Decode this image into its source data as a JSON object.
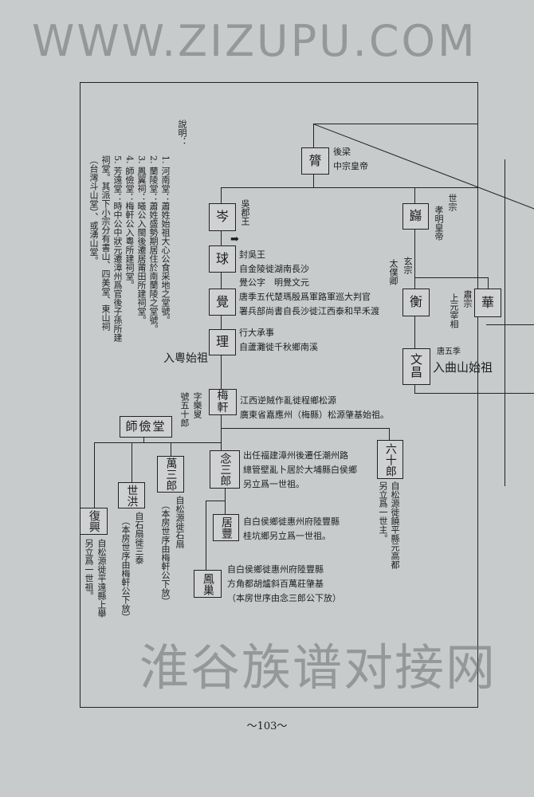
{
  "notes": {
    "title": "說明：",
    "items": [
      "1. 河南堂：蕭姓始祖大心公食采地之堂號。",
      "2. 蘭陵堂：蕭姓盛勢期居住於南蘭陵之堂號。",
      "3. 鳳翼祠：曦公入閩後遷居莆田所建祠堂。",
      "4. 師儉堂：梅軒公入粵所建祠堂。",
      "5. 芳遠堂：時中公中狀元遷漳州爲官後子孫所建祠堂。其派下小宗分有書山、四美堂、東山祠（台灣斗山堂）、或湧山堂。"
    ]
  },
  "tree": {
    "jin": {
      "name": "膂",
      "lines": [
        "後梁",
        "中宗皇帝"
      ]
    },
    "cen": {
      "name": "岑",
      "lines": [
        "吳郡王"
      ]
    },
    "qiu": {
      "name": "球",
      "lines": [
        "封吳王",
        "自金陵徙湖南長沙"
      ]
    },
    "jue": {
      "name": "覺",
      "lines": [
        "覺公字　明覺文元",
        "唐季五代楚瑪殷爲軍路軍巡大判官",
        "署兵部尚書自長沙徙江西泰和早禾渡"
      ]
    },
    "li": {
      "name": "理",
      "lines": [
        "行大承事",
        "自蘆灘徙千秋鄉南溪"
      ]
    },
    "kui": {
      "name": "巋",
      "lines": [
        "世宗",
        "孝明皇帝"
      ]
    },
    "heng": {
      "name": "衡",
      "lines": [
        "玄宗",
        "太僕卿"
      ]
    },
    "hua": {
      "name": "華",
      "lines": [
        "肅宗",
        "上元宰相"
      ]
    },
    "wenchang": {
      "name": "文昌",
      "lines": [
        "唐五季",
        "入曲山始祖"
      ]
    },
    "ancestor_label": "入粵始祖",
    "meixuan": {
      "name": "梅軒",
      "courtesy": [
        "字樂叟",
        "號五十郎"
      ],
      "lines": [
        "江西逆賊作亂徙程鄉松源",
        "廣東省嘉應州（梅縣）松源肇基始祖。"
      ]
    },
    "shijiantang": "師儉堂",
    "liushilang": {
      "name": "六十郎",
      "lines": [
        "自松源徙饒平縣元高都",
        "另立爲一世主。"
      ]
    },
    "niansanlang": {
      "name": "念三郎",
      "lines": [
        "出任福建漳州後遷任潮州路",
        "總管壁亂卜居於大埔縣白侯鄉",
        "另立爲一世祖。"
      ]
    },
    "jufeng": {
      "name": "居豐",
      "lines": [
        "自白侯鄉徙惠州府陸豐縣",
        "桂坑鄉另立爲一世祖。"
      ]
    },
    "fengchao": {
      "name": "鳳巢",
      "lines": [
        "自白侯鄉徙惠州府陸豐縣",
        "方角都胡爐斜百萬莊肇基",
        "（本房世序由念三郎公下放）"
      ]
    },
    "wansanlang": {
      "name": "萬三郎",
      "lines": [
        "自松源徙石扇",
        "（本房世序由梅軒公下放）"
      ]
    },
    "shihong": {
      "name": "世洪",
      "lines": [
        "自石扇徙三泰",
        "（本房世序由梅軒公下放）"
      ]
    },
    "fuxing": {
      "name": "復興",
      "lines": [
        "自松源徙平遠縣上舉",
        "另立爲一世祖。"
      ]
    }
  },
  "watermark": {
    "line1": "淮谷族谱对接网",
    "line2": "WWW.ZIZUPU.COM"
  },
  "page_number": "～103～"
}
